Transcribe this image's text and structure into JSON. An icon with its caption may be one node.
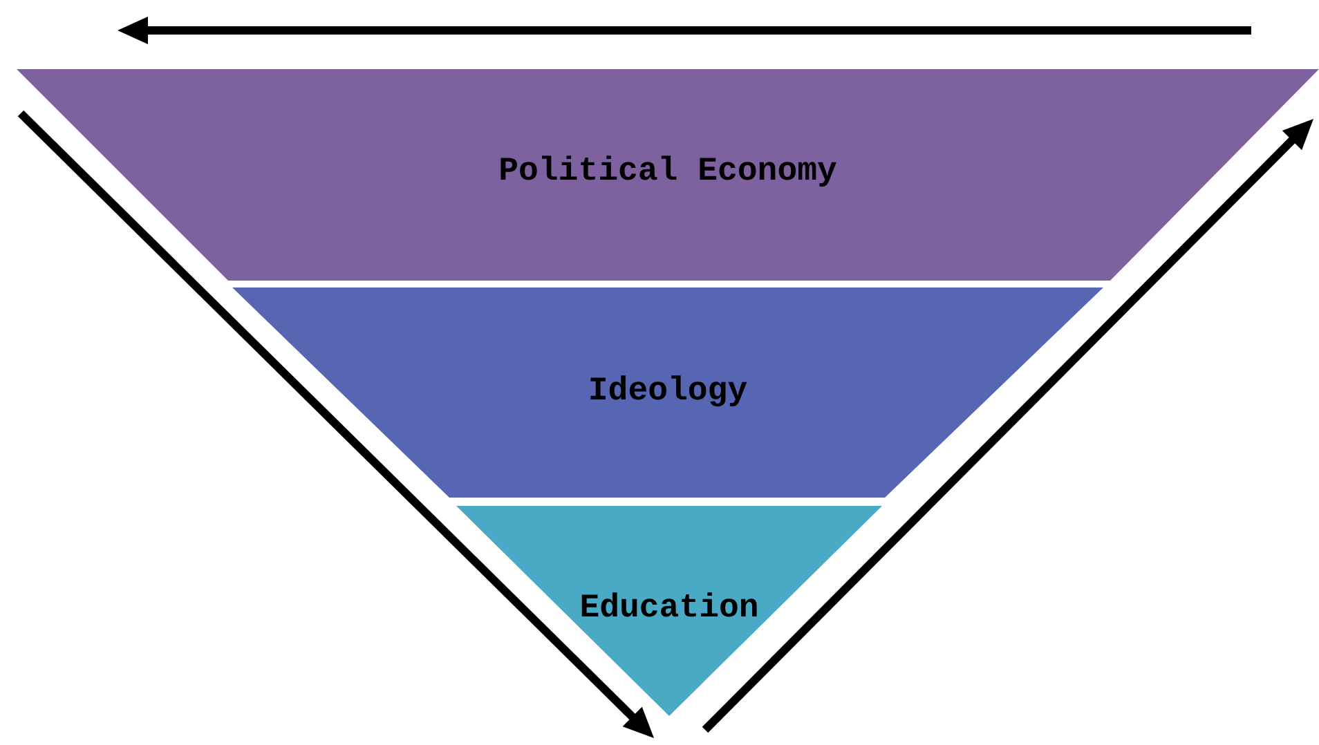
{
  "diagram": {
    "nodes": [
      {
        "text": [
          "Political Economy"
        ]
      },
      {
        "text": [
          "Ideology"
        ]
      },
      {
        "text": [
          "Education"
        ]
      }
    ]
  }
}
